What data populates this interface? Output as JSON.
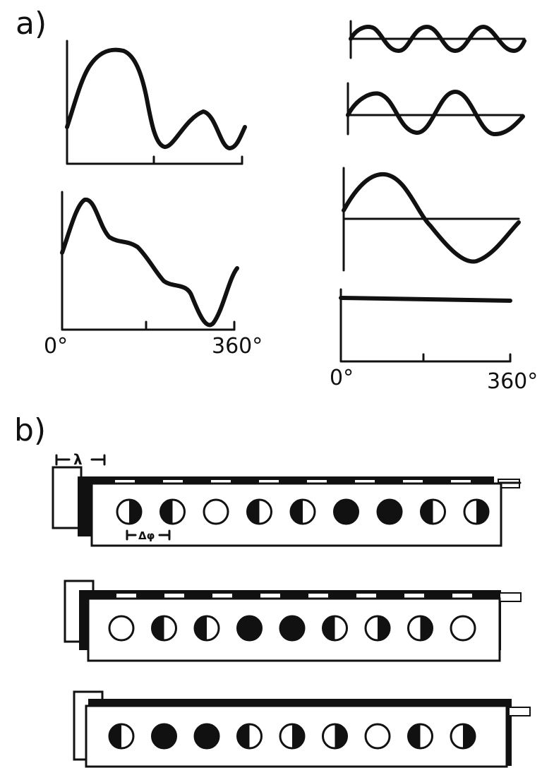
{
  "panel_a": {
    "label": "a)",
    "left_axis": {
      "start_label": "0°",
      "end_label": "360°"
    },
    "right_axis": {
      "start_label": "0°",
      "end_label": "360°"
    },
    "right_panel_note": "harmonic components (3rd, 2nd, 1st, DC)"
  },
  "panel_b": {
    "label": "b)",
    "lambda_label": "λ",
    "dphi_label": "Δφ",
    "rows": [
      {
        "phases": [
          "half-right",
          "half-left",
          "empty",
          "half-left",
          "half-left",
          "full",
          "full",
          "half-left",
          "half-right"
        ]
      },
      {
        "phases": [
          "empty",
          "half-left",
          "half-left",
          "full",
          "full",
          "half-left",
          "half-right",
          "half-right",
          "empty"
        ]
      },
      {
        "phases": [
          "half-left",
          "full",
          "full",
          "half-left",
          "half-right",
          "half-right",
          "empty",
          "half-left",
          "half-right"
        ]
      }
    ]
  },
  "colors": {
    "ink": "#111111",
    "paper": "#ffffff"
  }
}
